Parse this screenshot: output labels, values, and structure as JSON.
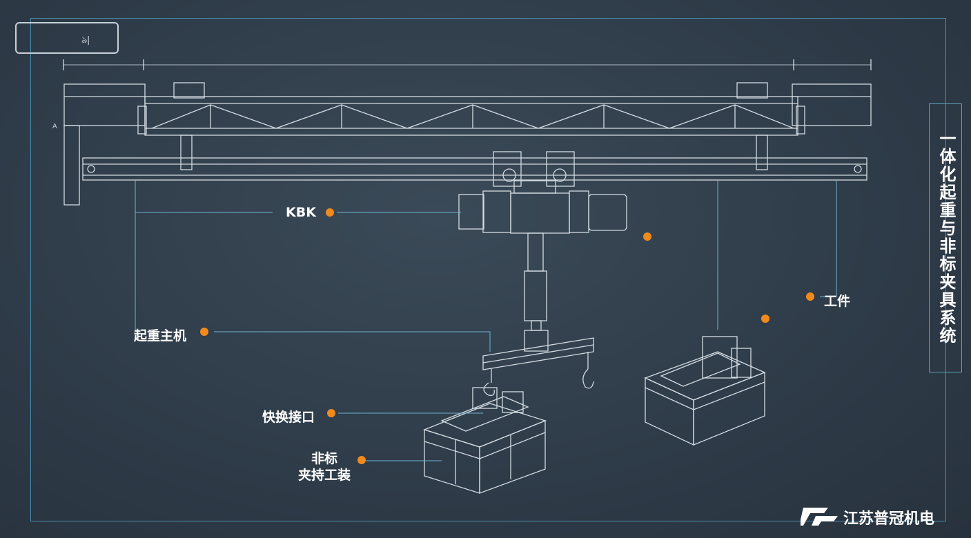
{
  "title_vertical": "一体化起重与非标夹具系统",
  "brand": {
    "name": "江苏普冠机电",
    "logo_icon": "pg-logo-icon"
  },
  "top_tab_text": "ঌ|",
  "side_mark": "A",
  "callouts": {
    "kbk": "KBK",
    "hoist": "起重主机",
    "quick_interface": "快换接口",
    "fixture_line1": "非标",
    "fixture_line2": "夹持工装",
    "workpiece": "工件"
  },
  "colors": {
    "background": "#2f3c49",
    "frame_line": "#4b8fb0",
    "drawing_line": "#d4dce3",
    "leader_line": "#6fb3d1",
    "dot": "#f08a1c",
    "text": "#ffffff"
  }
}
